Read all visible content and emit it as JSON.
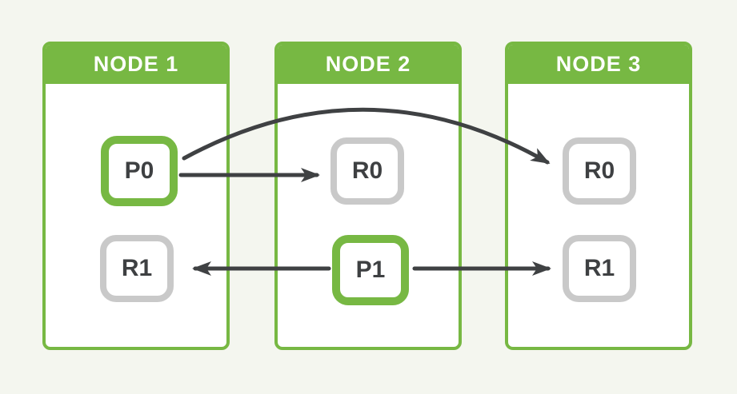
{
  "palette": {
    "green": "#77b843",
    "gray": "#c9c9c9",
    "arrow": "#3f4143",
    "label": "#3e4042",
    "bg": "#f4f6ef",
    "body": "#ffffff",
    "header_text": "#ffffff"
  },
  "nodes": [
    {
      "title": "NODE 1",
      "shards": [
        {
          "label": "P0",
          "role": "primary"
        },
        {
          "label": "R1",
          "role": "replica"
        }
      ]
    },
    {
      "title": "NODE 2",
      "shards": [
        {
          "label": "R0",
          "role": "replica"
        },
        {
          "label": "P1",
          "role": "primary"
        }
      ]
    },
    {
      "title": "NODE 3",
      "shards": [
        {
          "label": "R0",
          "role": "replica"
        },
        {
          "label": "R1",
          "role": "replica"
        }
      ]
    }
  ],
  "arrows": [
    {
      "from": "NODE 1 / P0",
      "to": "NODE 2 / R0",
      "style": "straight-right"
    },
    {
      "from": "NODE 1 / P0",
      "to": "NODE 3 / R0",
      "style": "curved-over-node-2"
    },
    {
      "from": "NODE 2 / P1",
      "to": "NODE 1 / R1",
      "style": "straight-left"
    },
    {
      "from": "NODE 2 / P1",
      "to": "NODE 3 / R1",
      "style": "straight-right"
    }
  ]
}
